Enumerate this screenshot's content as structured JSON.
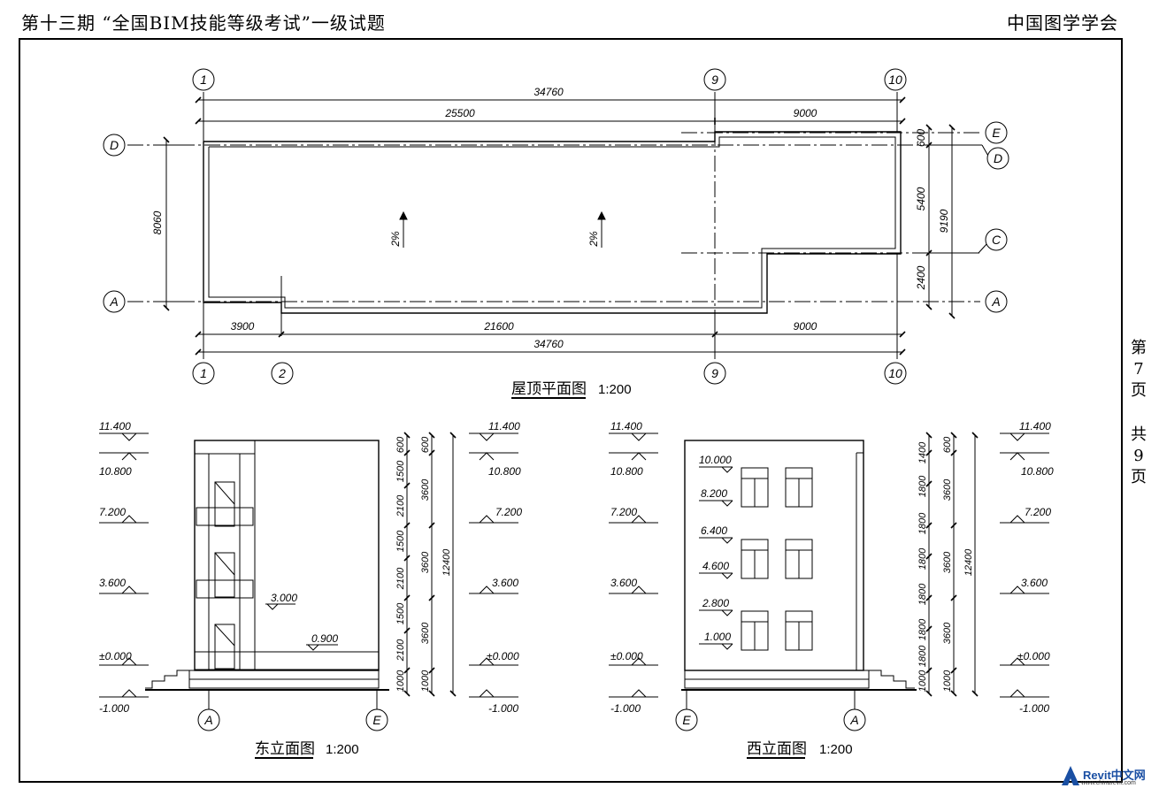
{
  "header": {
    "title": "第十三期 “全国BIM技能等级考试”一级试题",
    "org": "中国图学学会"
  },
  "side": {
    "chars_top": [
      "第",
      "7",
      "页"
    ],
    "chars_bottom": [
      "共",
      "9",
      "页"
    ]
  },
  "plan": {
    "title": "屋顶平面图",
    "scale": "1:200",
    "grid_top": [
      "1",
      "9",
      "10"
    ],
    "grid_bottom": [
      "1",
      "2",
      "9",
      "10"
    ],
    "grid_left": [
      "D",
      "A"
    ],
    "grid_right": [
      "E",
      "D",
      "C",
      "A"
    ],
    "dim_total": "34760",
    "dim_top_a": "25500",
    "dim_top_b": "9000",
    "dim_bot_a": "3900",
    "dim_bot_b": "21600",
    "dim_bot_c": "9000",
    "dim_left": "8060",
    "dim_right_a": "600",
    "dim_right_b": "5400",
    "dim_right_c": "2400",
    "dim_right_total": "9190",
    "slope_label": "2%"
  },
  "east": {
    "title": "东立面图",
    "scale": "1:200",
    "levels_left": [
      "11.400",
      "10.800",
      "7.200",
      "3.600",
      "±0.000",
      "-1.000"
    ],
    "levels_right": [
      "11.400",
      "10.800",
      "7.200",
      "3.600",
      "±0.000",
      "-1.000"
    ],
    "level_mid_a": "3.000",
    "level_mid_b": "0.900",
    "dims_inner": [
      "600",
      "1500",
      "2100",
      "1500",
      "2100",
      "1500",
      "2100",
      "1000"
    ],
    "dims_outer": [
      "600",
      "3600",
      "3600",
      "3600",
      "1000"
    ],
    "dim_total": "12400",
    "grid": [
      "A",
      "E"
    ]
  },
  "west": {
    "title": "西立面图",
    "scale": "1:200",
    "levels_left": [
      "11.400",
      "10.800",
      "7.200",
      "3.600",
      "±0.000",
      "-1.000"
    ],
    "levels_right": [
      "11.400",
      "10.800",
      "7.200",
      "3.600",
      "±0.000",
      "-1.000"
    ],
    "levels_inside": [
      "10.000",
      "8.200",
      "6.400",
      "4.600",
      "2.800",
      "1.000"
    ],
    "dims_inner": [
      "1400",
      "1800",
      "1800",
      "1800",
      "1800",
      "1800",
      "1800",
      "1000"
    ],
    "dims_outer": [
      "600",
      "3600",
      "3600",
      "3600",
      "1000"
    ],
    "dim_total": "12400",
    "grid": [
      "E",
      "A"
    ]
  },
  "logo": {
    "brand": "Revit中文网",
    "url": "www.chinarevit.com"
  },
  "colors": {
    "line": "#000000",
    "logo": "#1a4fa3"
  }
}
